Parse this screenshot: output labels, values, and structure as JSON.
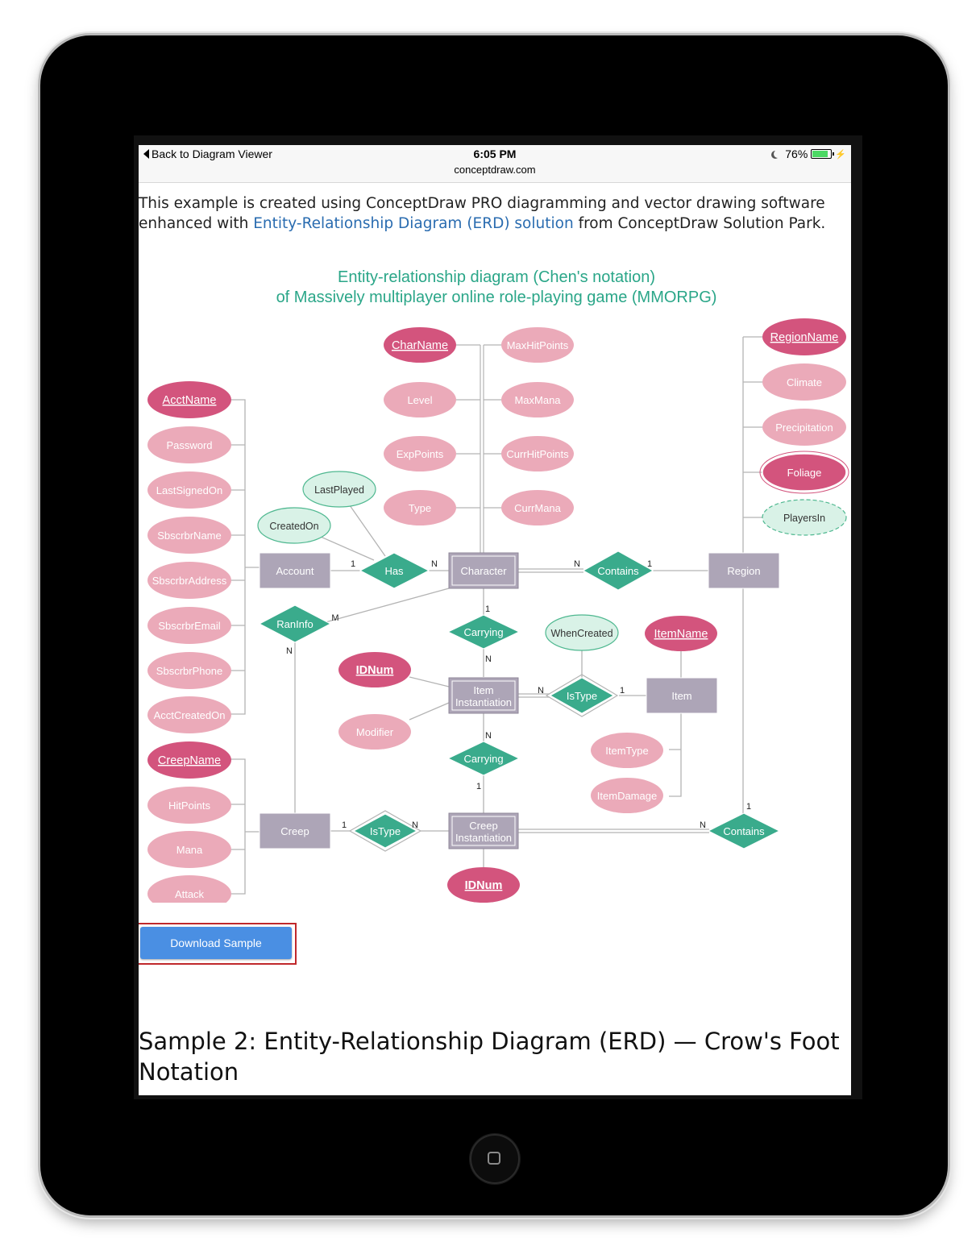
{
  "statusbar": {
    "back_label": "Back to Diagram Viewer",
    "time": "6:05 PM",
    "domain": "conceptdraw.com",
    "battery_percent": "76%",
    "battery_level": 0.76
  },
  "intro": {
    "text_before": "This example is created using ConceptDraw PRO diagramming and vector drawing software enhanced with ",
    "link": "Entity-Relationship Diagram (ERD) solution",
    "text_after": " from ConceptDraw Solution Park."
  },
  "diagram": {
    "title_line1": "Entity-relationship diagram (Chen's notation)",
    "title_line2": "of Massively multiplayer online role-playing game (MMORPG)",
    "entities": {
      "account": "Account",
      "character": "Character",
      "region": "Region",
      "item_inst_1": "Item",
      "item_inst_2": "Instantiation",
      "item": "Item",
      "creep": "Creep",
      "creep_inst_1": "Creep",
      "creep_inst_2": "Instantiation"
    },
    "relationships": {
      "has": "Has",
      "contains_top": "Contains",
      "raninfo": "RanInfo",
      "carrying_top": "Carrying",
      "istype_item": "IsType",
      "carrying_bottom": "Carrying",
      "istype_creep": "IsType",
      "contains_bottom": "Contains"
    },
    "attributes": {
      "acctname": "AcctName",
      "password": "Password",
      "lastsignedon": "LastSignedOn",
      "sbscrbrname": "SbscrbrName",
      "sbscrbraddress": "SbscrbrAddress",
      "sbscrbremail": "SbscrbrEmail",
      "sbscrbrphone": "SbscrbrPhone",
      "acctcreatedon": "AcctCreatedOn",
      "creepname": "CreepName",
      "hitpoints": "HitPoints",
      "mana": "Mana",
      "attack": "Attack",
      "charname": "CharName",
      "level": "Level",
      "exppoints": "ExpPoints",
      "type": "Type",
      "maxhitpoints": "MaxHitPoints",
      "maxmana": "MaxMana",
      "currhitpoints": "CurrHitPoints",
      "currmana": "CurrMana",
      "regionname": "RegionName",
      "climate": "Climate",
      "precipitation": "Precipitation",
      "foliage": "Foliage",
      "playersin": "PlayersIn",
      "lastplayed": "LastPlayed",
      "createdon": "CreatedOn",
      "whencreated": "WhenCreated",
      "itemname": "ItemName",
      "idnum_item": "IDNum",
      "modifier": "Modifier",
      "itemtype": "ItemType",
      "itemdamage": "ItemDamage",
      "idnum_creep": "IDNum"
    },
    "cardinalities": {
      "has_account": "1",
      "has_character": "N",
      "contains_character": "N",
      "contains_region": "1",
      "raninfo_m": "M",
      "raninfo_n": "N",
      "carry1_char": "1",
      "carry1_item": "N",
      "istype_inst": "N",
      "istype_item": "1",
      "carry2_item": "N",
      "carry2_creep": "1",
      "istype2_creep": "1",
      "istype2_inst": "N",
      "contains2_inst": "N",
      "contains2_region": "1"
    },
    "colors": {
      "title": "#2aa688",
      "key_attr": "#d3547d",
      "attr": "#ebaab9",
      "derived_attr": "#d9f2e7",
      "relationship": "#3aab8c",
      "entity": "#ada5b7",
      "line": "#b0b0b0"
    }
  },
  "download_label": "Download Sample",
  "sample2_heading": "Sample 2: Entity-Relationship Diagram (ERD) — Crow's Foot Notation"
}
